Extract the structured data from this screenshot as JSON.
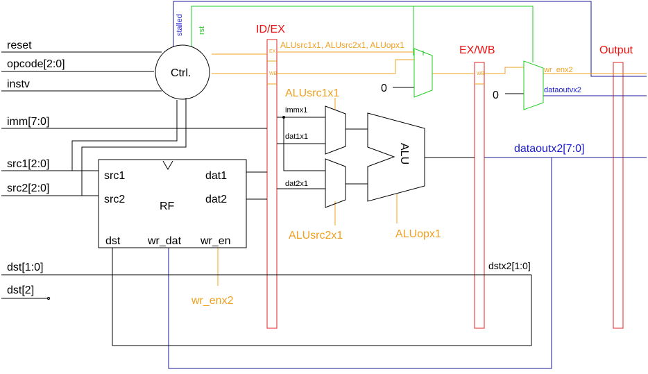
{
  "inputs": {
    "reset": "reset",
    "opcode": "opcode[2:0]",
    "instv": "instv",
    "imm": "imm[7:0]",
    "src1": "src1[2:0]",
    "src2": "src2[2:0]",
    "dst_low": "dst[1:0]",
    "dst_high": "dst[2]"
  },
  "ctrl": {
    "label": "Ctrl."
  },
  "rf": {
    "label": "RF",
    "port_src1": "src1",
    "port_src2": "src2",
    "port_dat1": "dat1",
    "port_dat2": "dat2",
    "port_dst": "dst",
    "port_wr_dat": "wr_dat",
    "port_wr_en": "wr_en"
  },
  "stages": {
    "idex": "ID/EX",
    "exwb": "EX/WB",
    "output": "Output",
    "idex_ex_tag": "EX",
    "idex_wb_tag": "WB",
    "exwb_wb_tag": "WB"
  },
  "signals": {
    "stalled": "stalled",
    "rst": "rst",
    "alu_ctrl_bus": "ALUsrc1x1, ALUsrc2x1, ALUopx1",
    "alusrc1x1": "ALUsrc1x1",
    "alusrc2x1": "ALUsrc2x1",
    "aluopx1": "ALUopx1",
    "immx1": "immx1",
    "dat1x1": "dat1x1",
    "dat2x1": "dat2x1",
    "wr_enx2_top": "wr_enx2",
    "wr_enx2_bottom": "wr_enx2",
    "dataoutvx2": "dataoutvx2",
    "dataoutx2": "dataoutx2[7:0]",
    "dstx2": "dstx2[1:0]",
    "zero_a": "0",
    "zero_b": "0"
  },
  "alu": {
    "label": "ALU"
  },
  "colors": {
    "control": "#f0a020",
    "reset": "#22cc22",
    "data": "#1a1a99",
    "pipeline": "#e02020",
    "wire": "#000000"
  }
}
